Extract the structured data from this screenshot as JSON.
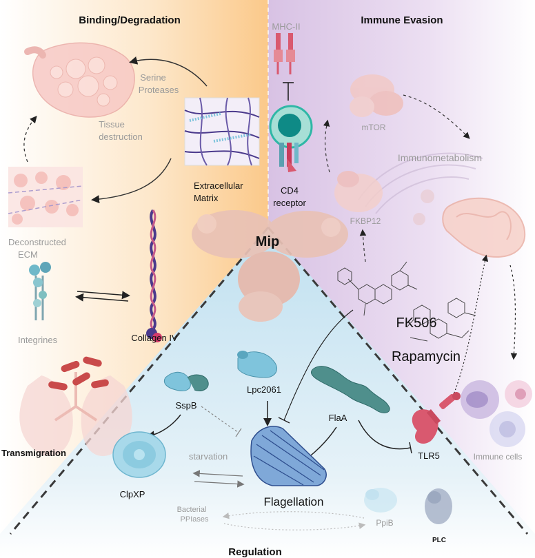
{
  "sections": {
    "left_title": "Binding/Degradation",
    "right_title": "Immune Evasion",
    "bottom_title": "Regulation",
    "center": "Mip"
  },
  "labels": {
    "serine_proteases_1": "Serine",
    "serine_proteases_2": "Proteases",
    "tissue_destruction_1": "Tissue",
    "tissue_destruction_2": "destruction",
    "extracellular_matrix_1": "Extracellular",
    "extracellular_matrix_2": "Matrix",
    "deconstructed_ecm_1": "Deconstructed",
    "deconstructed_ecm_2": "ECM",
    "integrines": "Integrines",
    "collagen_iv": "Collagen IV",
    "transmigration": "Transmigration",
    "mhc_ii": "MHC-II",
    "cd4_receptor_1": "CD4",
    "cd4_receptor_2": "receptor",
    "mtor": "mTOR",
    "immunometabolism": "Immunometabolism",
    "fkbp12": "FKBP12",
    "fk506": "FK506",
    "rapamycin": "Rapamycin",
    "immune_cells": "Immune cells",
    "tlr5": "TLR5",
    "flaa": "FlaA",
    "lpc2061": "Lpc2061",
    "sspb": "SspB",
    "clpxp": "ClpXP",
    "starvation": "starvation",
    "flagellation": "Flagellation",
    "bacterial_ppiases_1": "Bacterial",
    "bacterial_ppiases_2": "PPIases",
    "ppib": "PpiB",
    "plc": "PLC"
  },
  "colors": {
    "left_bg": "#fbd9a6",
    "right_bg": "#dcc9e6",
    "bottom_bg": "#cfe6f3",
    "mip_protein": "#e9c2b6",
    "cd4_cell": "#2fb7a6",
    "tlr5": "#d9596f",
    "collagen": "#4b3a8c",
    "blue_protein": "#7fc4dc",
    "teal_protein": "#4f8f8c"
  }
}
